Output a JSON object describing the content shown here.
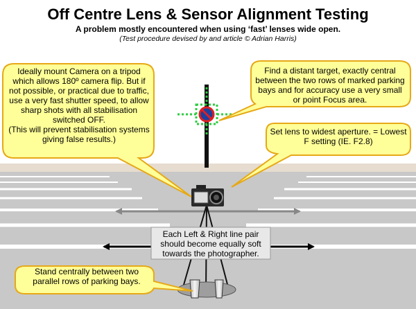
{
  "title": "Off Centre Lens & Sensor Alignment Testing",
  "subtitle": "A problem mostly encountered when using ‘fast’ lenses wide open.",
  "credit": "(Test procedure devised by and article © Adrian Harris)",
  "notes": {
    "tripod": "Ideally mount Camera on a tripod which allows 180º camera flip. But if not possible, or practical due to traffic, use a very fast shutter speed, to allow sharp shots with all stabilisation switched OFF.\n(This will prevent stabilisation systems giving false results.)",
    "target": "Find a distant target, exactly central between the two rows of marked parking bays and for accuracy use a very small or point Focus area.",
    "aperture": "Set lens to widest aperture. = Lowest F setting (IE. F2.8)",
    "line_pair": "Each Left & Right line pair should become equally soft towards the photographer.",
    "stand": "Stand centrally between two parallel rows of parking bays."
  },
  "colors": {
    "callout_fill": "#ffff99",
    "callout_stroke": "#e6a817",
    "road": "#c8c8c8",
    "pavement": "#e6dccf",
    "focus_dots": "#2ecc40",
    "sign_red": "#e02020"
  },
  "icons": [
    "no-parking-sign-icon",
    "camera-icon",
    "tripod-icon"
  ]
}
